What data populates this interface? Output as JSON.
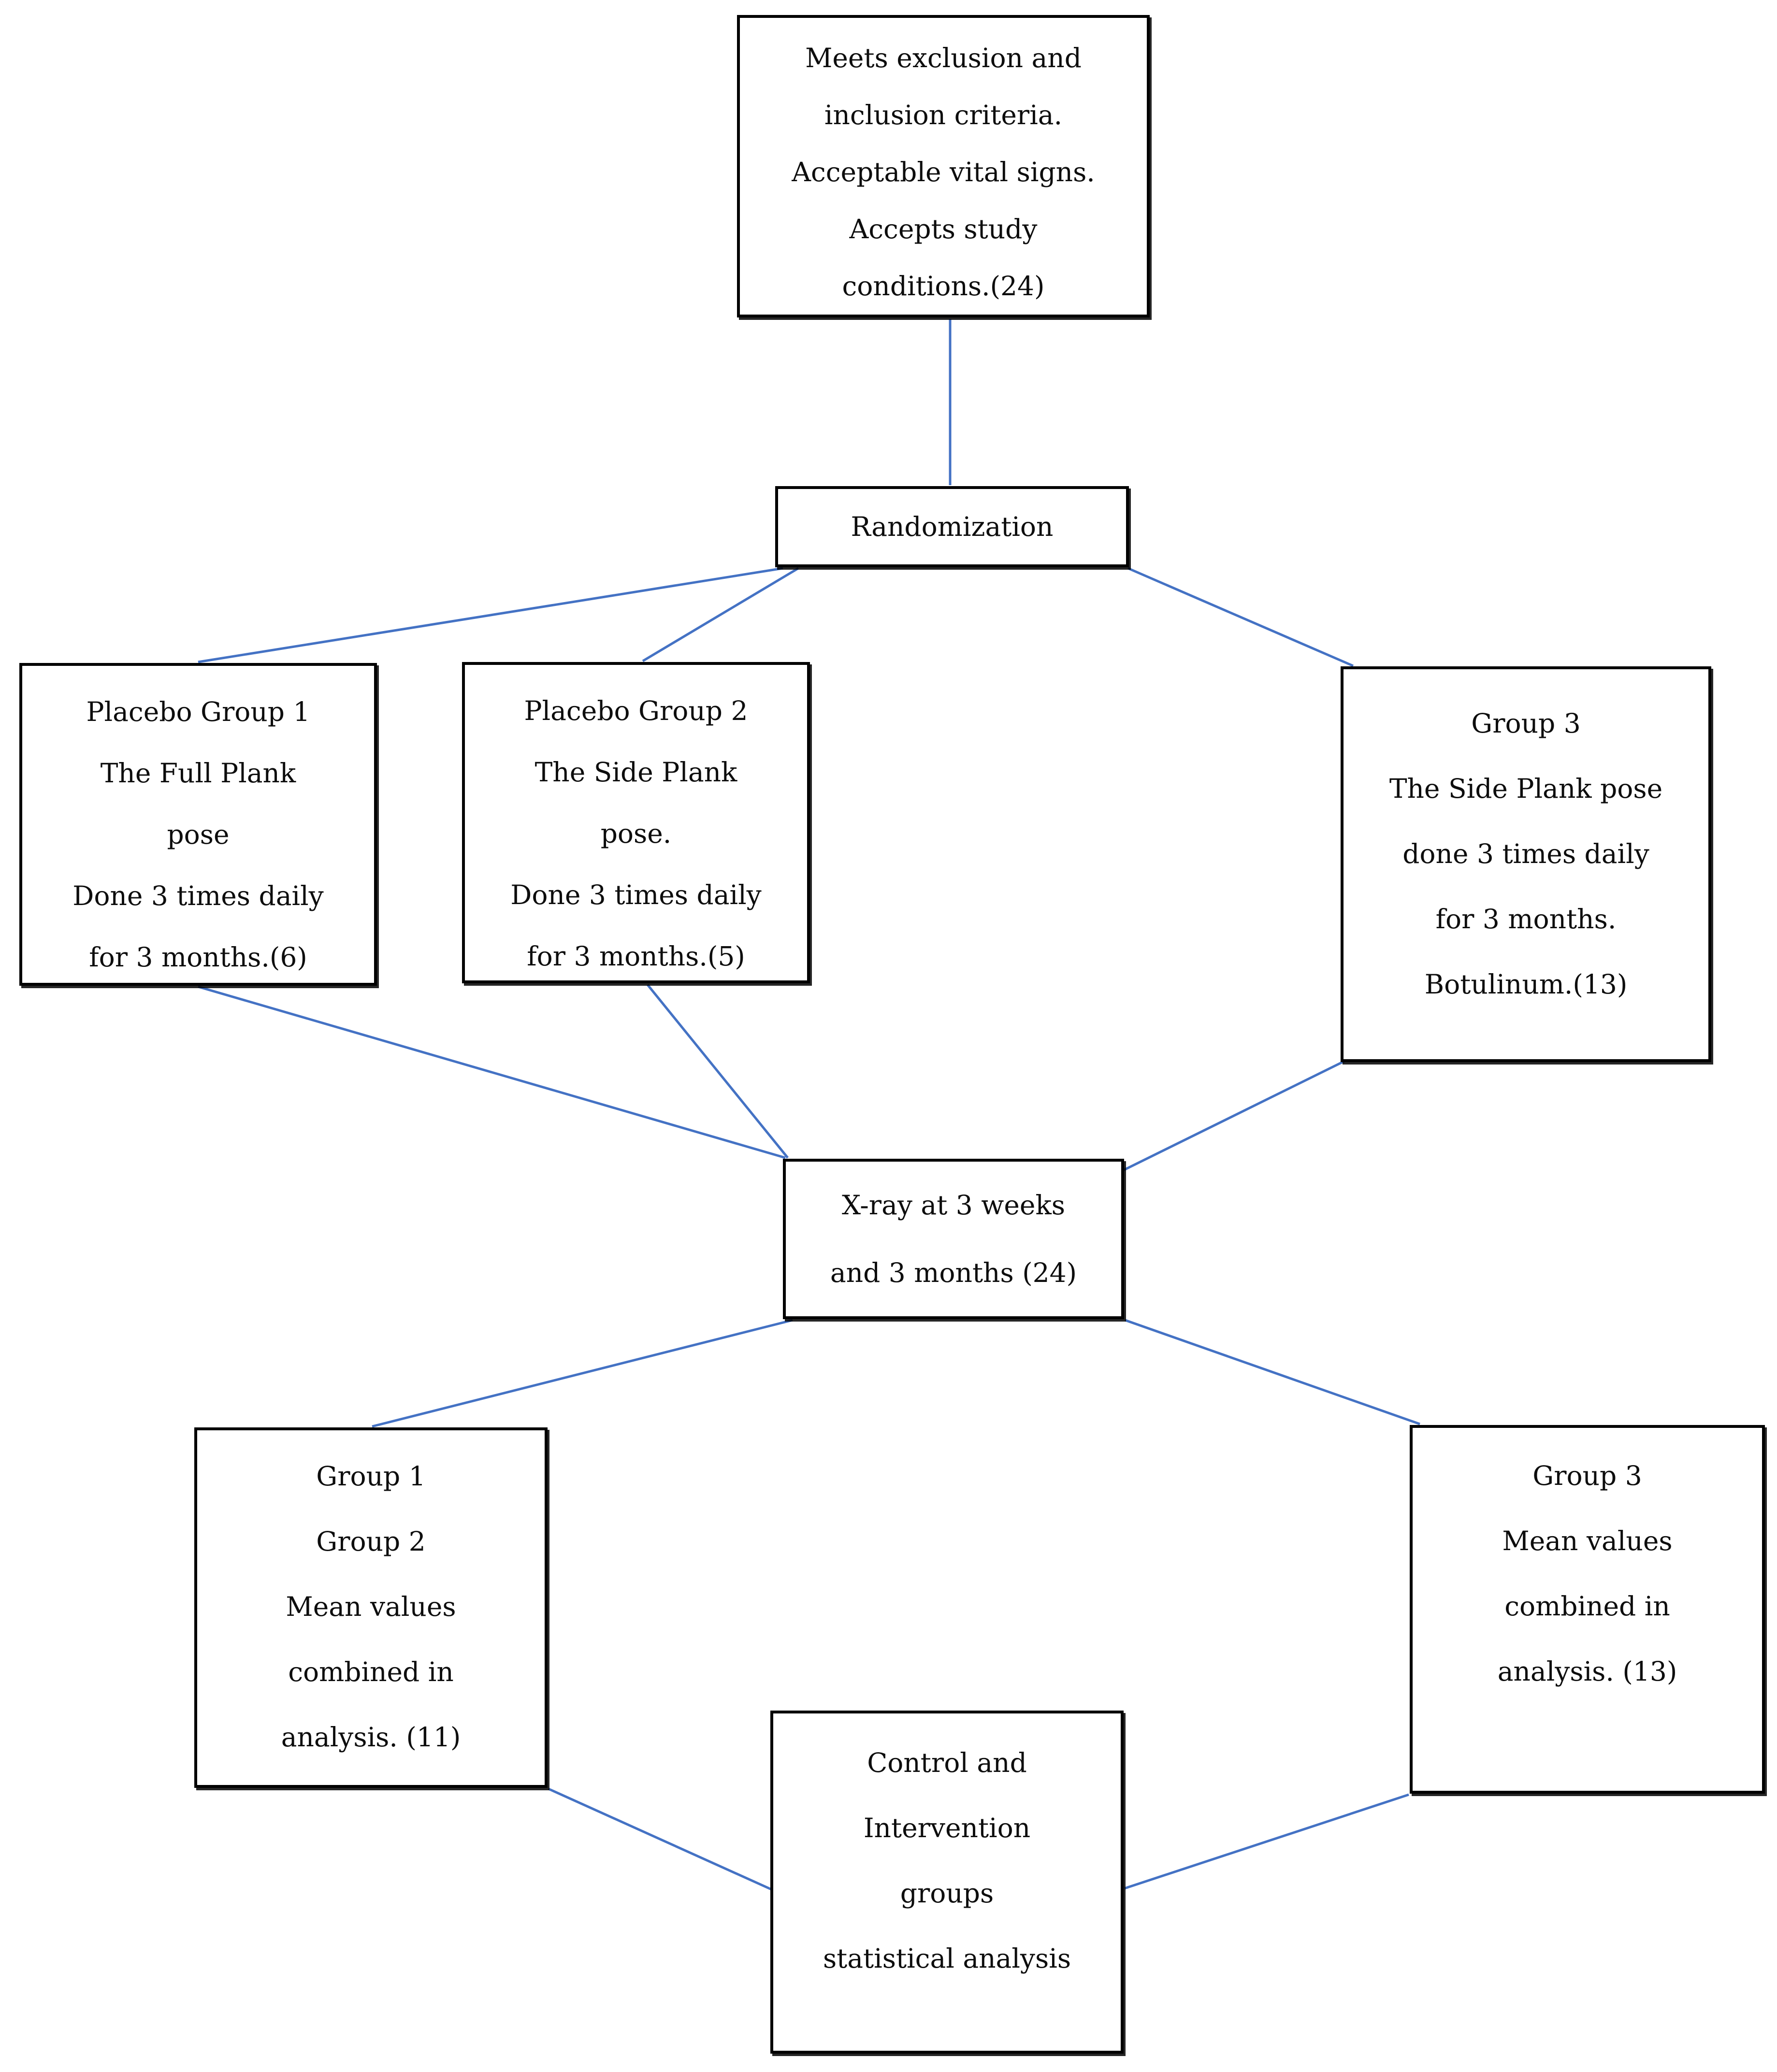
{
  "colors": {
    "connector": "#4472C4",
    "box_border": "#000000",
    "text": "#0d0d0d",
    "background": "#ffffff"
  },
  "nodes": {
    "eligibility": {
      "lines": [
        "Meets exclusion and",
        "inclusion criteria.",
        "Acceptable vital signs.",
        "Accepts study",
        "conditions.(24)"
      ]
    },
    "randomization": {
      "label": "Randomization"
    },
    "placebo_group_1": {
      "lines": [
        "Placebo Group 1",
        "The Full Plank",
        "pose",
        "Done 3 times daily",
        "for 3 months.(6)"
      ]
    },
    "placebo_group_2": {
      "lines": [
        "Placebo Group 2",
        "The Side Plank",
        "pose.",
        "Done 3 times daily",
        "for 3 months.(5)"
      ]
    },
    "group_3": {
      "lines": [
        "Group 3",
        "The Side Plank pose",
        "done 3 times daily",
        "for 3 months.",
        "Botulinum.(13)"
      ]
    },
    "xray": {
      "lines": [
        "X-ray at 3 weeks",
        "and 3 months (24)"
      ]
    },
    "groups_1_2_analysis": {
      "lines": [
        "Group 1",
        "Group 2",
        "Mean values",
        "combined in",
        "analysis. (11)"
      ]
    },
    "group_3_analysis": {
      "lines": [
        "Group 3",
        "Mean values",
        "combined in",
        "analysis. (13)"
      ]
    },
    "statistical_analysis": {
      "lines": [
        "Control and",
        "Intervention",
        "groups",
        "statistical analysis"
      ]
    }
  }
}
